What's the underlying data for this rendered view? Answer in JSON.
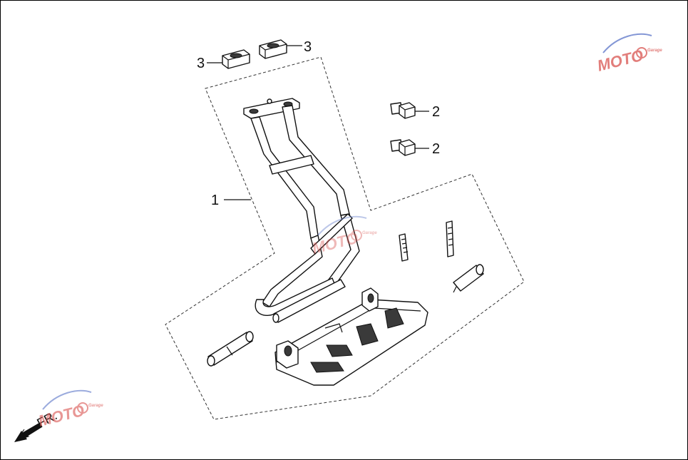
{
  "callouts": {
    "c1": "1",
    "c2a": "2",
    "c2b": "2",
    "c3a": "3",
    "c3b": "3"
  },
  "direction_label": "FR.",
  "watermark": {
    "main": "MOTO",
    "sub": "Garage"
  },
  "colors": {
    "line": "#111111",
    "background": "#ffffff",
    "watermark_red": "#d9534f",
    "watermark_blue": "#5a74c8"
  },
  "icons": {
    "direction": "arrow-down-left-icon",
    "watermark_gear": "gear-icon"
  }
}
